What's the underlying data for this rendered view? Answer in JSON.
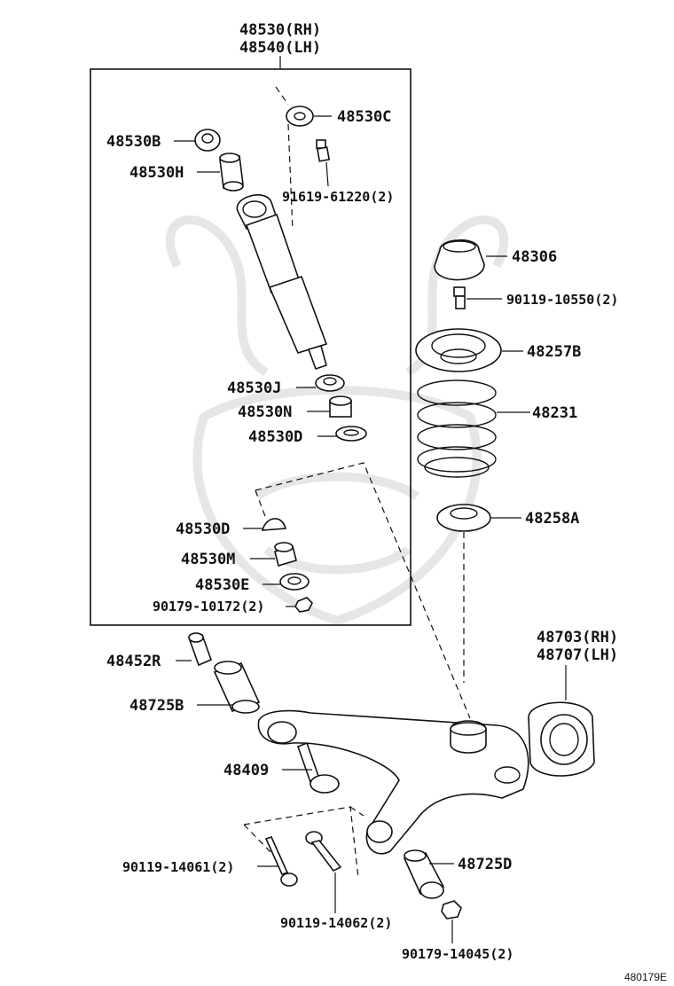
{
  "diagram": {
    "assembly_title": [
      "48530(RH)",
      "48540(LH)"
    ],
    "labels": {
      "p48530c": "48530C",
      "p48530b": "48530B",
      "p48530h": "48530H",
      "p91619": "91619-61220(2)",
      "p48306": "48306",
      "p90119_10550": "90119-10550(2)",
      "p48257b": "48257B",
      "p48231": "48231",
      "p48530j": "48530J",
      "p48530n": "48530N",
      "p48530d_upper": "48530D",
      "p48258a": "48258A",
      "p48530d_lower": "48530D",
      "p48530m": "48530M",
      "p48530e": "48530E",
      "p90179_10172": "90179-10172(2)",
      "knuckle": [
        "48703(RH)",
        "48707(LH)"
      ],
      "p48452r": "48452R",
      "p48725b": "48725B",
      "p48409": "48409",
      "p48725d": "48725D",
      "p90119_14061": "90119-14061(2)",
      "p90119_14062": "90119-14062(2)",
      "p90179_14045": "90179-14045(2)"
    },
    "diagram_code": "480179E"
  }
}
